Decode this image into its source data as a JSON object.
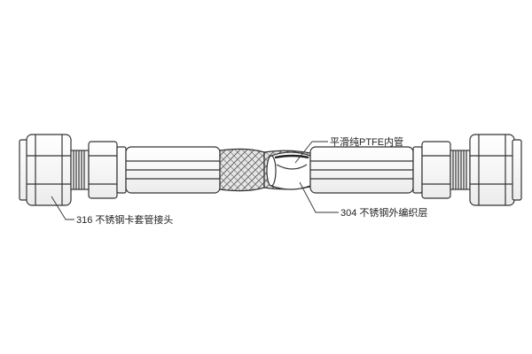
{
  "labels": {
    "fitting": "316 不锈钢卡套管接头",
    "inner_tube": "平滑纯PTFE内管",
    "braid": "304 不锈钢外编织层"
  },
  "colors": {
    "stroke": "#333333",
    "background": "#ffffff"
  },
  "parts": {
    "fitting": "stainless-steel-compression-fitting",
    "inner_tube": "smooth-ptfe-liner",
    "braid": "stainless-steel-braided-overlay"
  }
}
